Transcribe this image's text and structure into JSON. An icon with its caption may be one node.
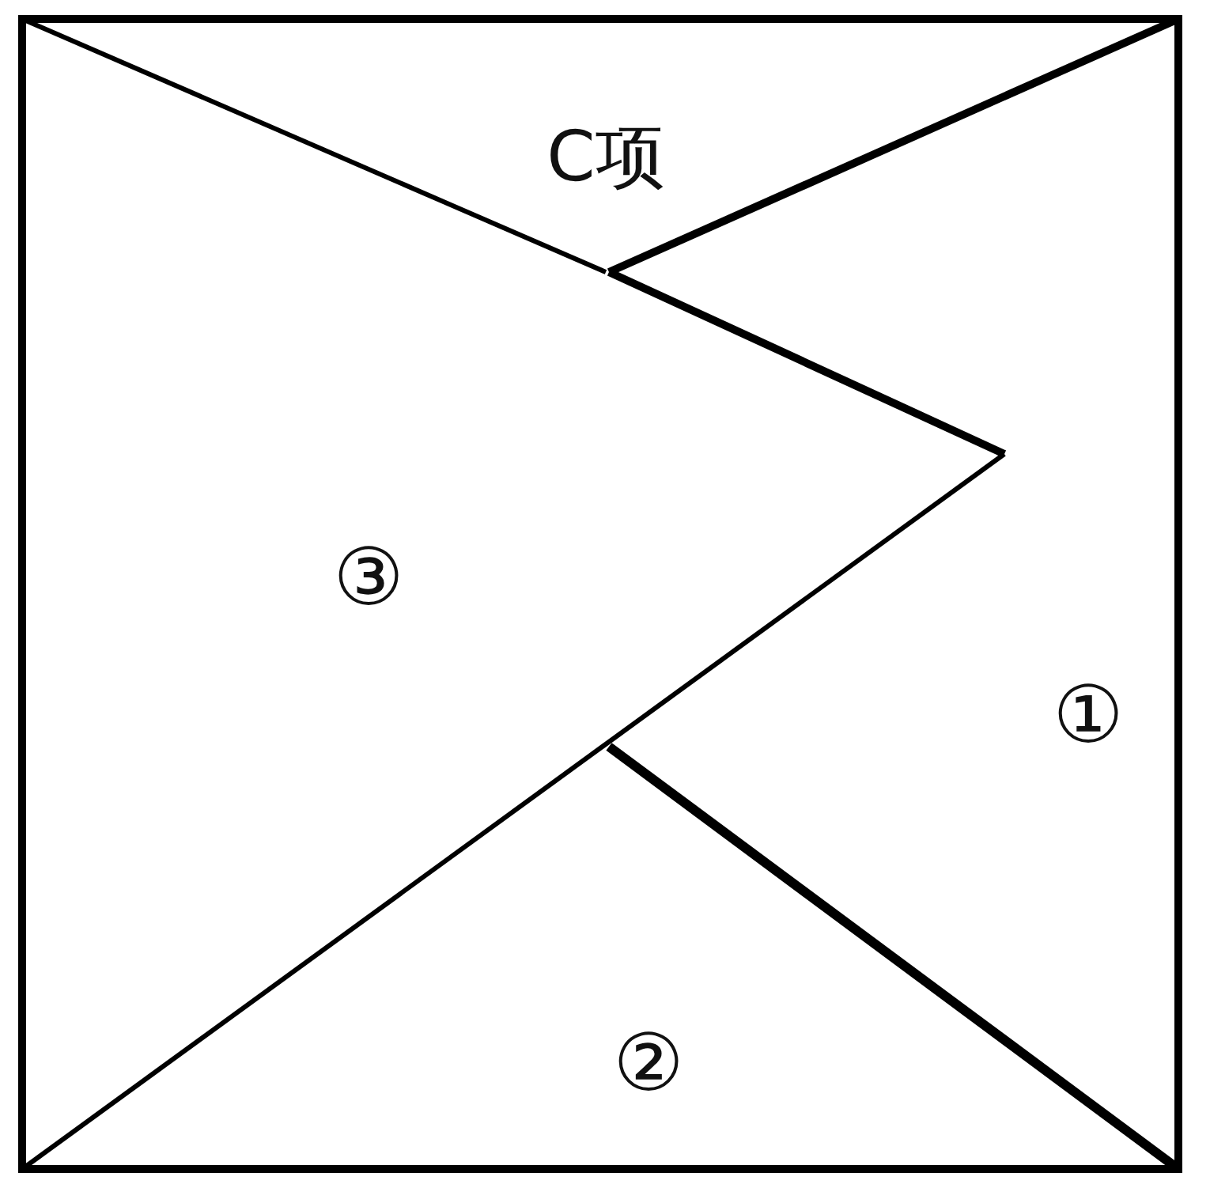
{
  "diagram": {
    "labels": [
      "C项",
      "③",
      "①",
      "②"
    ]
  }
}
